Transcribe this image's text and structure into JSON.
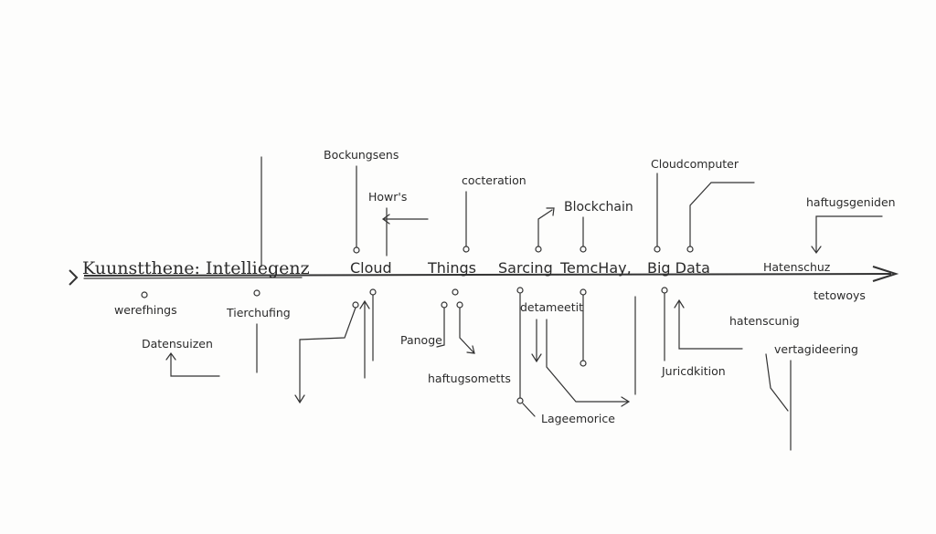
{
  "axis": {
    "main_title": "Kuunstthene: Intelliegenz",
    "nodes": [
      "Cloud",
      "Things",
      "Sarcing",
      "TemcHay,",
      "Big Data",
      "Hatenschuz"
    ]
  },
  "upper_labels": {
    "bockungsens": "Bockungsens",
    "howrs": "Howr's",
    "cocteration": "cocteration",
    "blockchain": "Blockchain",
    "cloudcomputer": "Cloudcomputer",
    "haftugsgeniden": "haftugsgeniden"
  },
  "lower_labels": {
    "werefhings": "werefhings",
    "datensuizen": "Datensuizen",
    "tierchufing": "Tierchufing",
    "panoge": "Panoge",
    "haftugsometts": "haftugsometts",
    "detameetit": "detameetit",
    "lageemorice": "Lageemorice",
    "juricdkition": "Juricdkition",
    "hatenscunig": "hatenscunig",
    "vertagideering": "vertagideering",
    "tetowoys": "tetowoys"
  }
}
